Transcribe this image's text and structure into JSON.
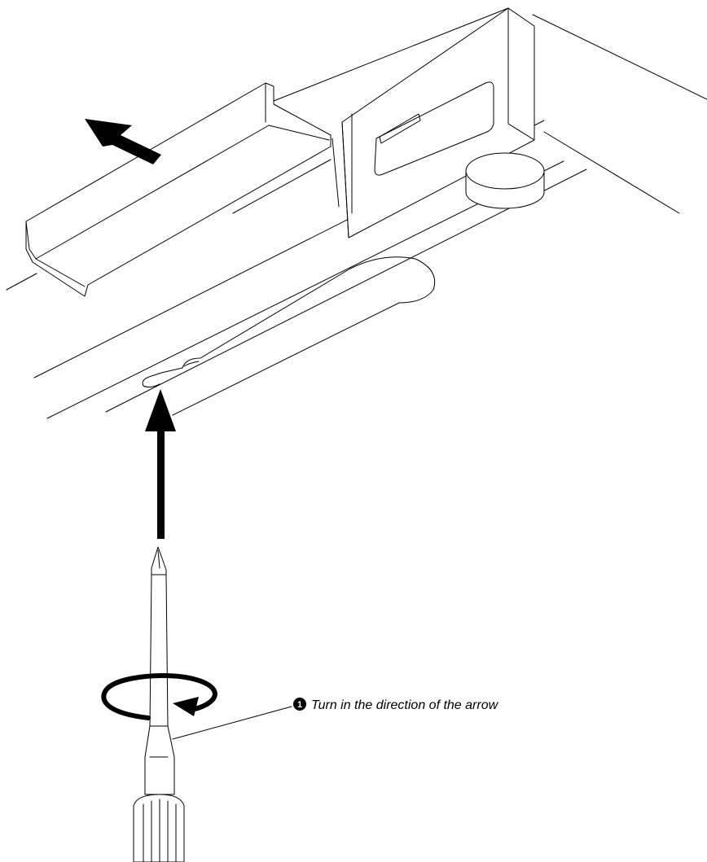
{
  "callout": {
    "number": "1",
    "text": "Turn in the direction of the arrow"
  },
  "icons": {
    "callout_badge": "filled-circle-number",
    "rotate_arrow": "circular-arrow-clockwise",
    "push_arrow": "arrow-up",
    "slide_arrow": "arrow-up-left"
  },
  "colors": {
    "ink": "#000000",
    "paper": "#ffffff"
  }
}
